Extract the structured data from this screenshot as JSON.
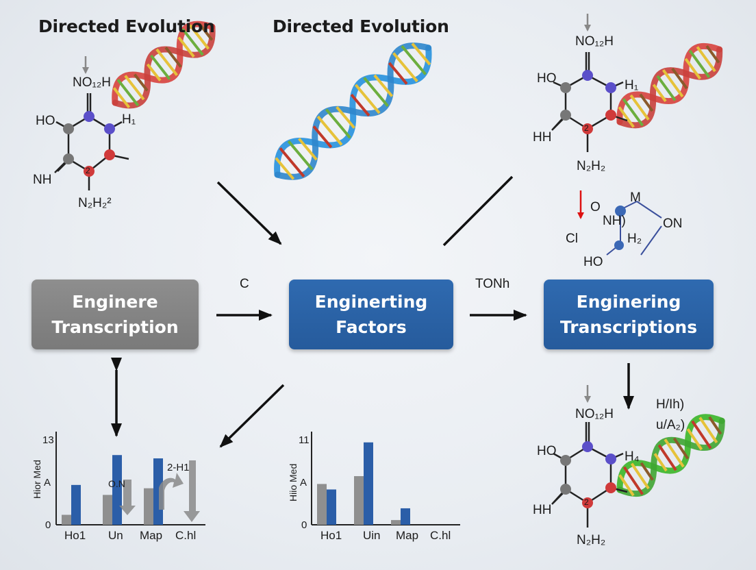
{
  "titles": {
    "left": "Directed Evolution",
    "center": "Directed Evolution"
  },
  "boxes": {
    "left": {
      "line1": "Enginere",
      "line2": "Transcription",
      "color": "#808080"
    },
    "center": {
      "line1": "Enginerting",
      "line2": "Factors",
      "color": "#2b63a6"
    },
    "right": {
      "line1": "Enginering",
      "line2": "Transcriptions",
      "color": "#2b63a6"
    }
  },
  "arrow_labels": {
    "left_center": "C",
    "center_right": "TONh"
  },
  "molecule_left": {
    "top": "NO₁₂H",
    "ho": "HO",
    "h1": "H₁",
    "nh": "NH",
    "n2h2": "N₂H₂²",
    "ring_num": "2"
  },
  "molecule_right_top": {
    "top": "NO₁₂H",
    "ho": "HO",
    "h1": "H₁",
    "hh": "HH",
    "n2h2": "N₂H₂",
    "ring_num": "2"
  },
  "small_molecule": {
    "o": "O",
    "m": "M",
    "nh": "NH)",
    "on": "ON",
    "cl": "Cl",
    "h2": "H₂",
    "ho": "HO"
  },
  "molecule_right_bottom": {
    "top": "NO₁₂H",
    "ho": "HO",
    "h4": "H₄",
    "hh": "HH",
    "n2h2": "N₂H₂",
    "ring_num": "2",
    "side1": "H/Ih)",
    "side2": "u/A₂)"
  },
  "chart_left_labels": {
    "ylabel": "Hior Med",
    "yticks": [
      "13",
      "A",
      "0"
    ],
    "annot1": "O.N",
    "annot2": "2-H1"
  },
  "chart_center_labels": {
    "ylabel": "Hiio Med",
    "yticks": [
      "11",
      "A",
      "0"
    ]
  },
  "chart_data": [
    {
      "type": "bar",
      "categories": [
        "Ho1",
        "Un",
        "Map",
        "C.hl"
      ],
      "ylabel": "Hior Med",
      "ylim": [
        0,
        13
      ],
      "series": [
        {
          "color": "#8f8f8f",
          "values": [
            1.5,
            4.5,
            5.5,
            0
          ]
        },
        {
          "color": "#2b5ea8",
          "values": [
            6,
            10.5,
            10,
            0
          ]
        }
      ]
    },
    {
      "type": "bar",
      "categories": [
        "Ho1",
        "Uin",
        "Map",
        "C.hl"
      ],
      "ylabel": "Hiio Med",
      "ylim": [
        0,
        11
      ],
      "series": [
        {
          "color": "#8f8f8f",
          "values": [
            5.2,
            6.2,
            0.6,
            0
          ]
        },
        {
          "color": "#2b5ea8",
          "values": [
            4.5,
            10.5,
            2.1,
            0
          ]
        }
      ]
    }
  ]
}
